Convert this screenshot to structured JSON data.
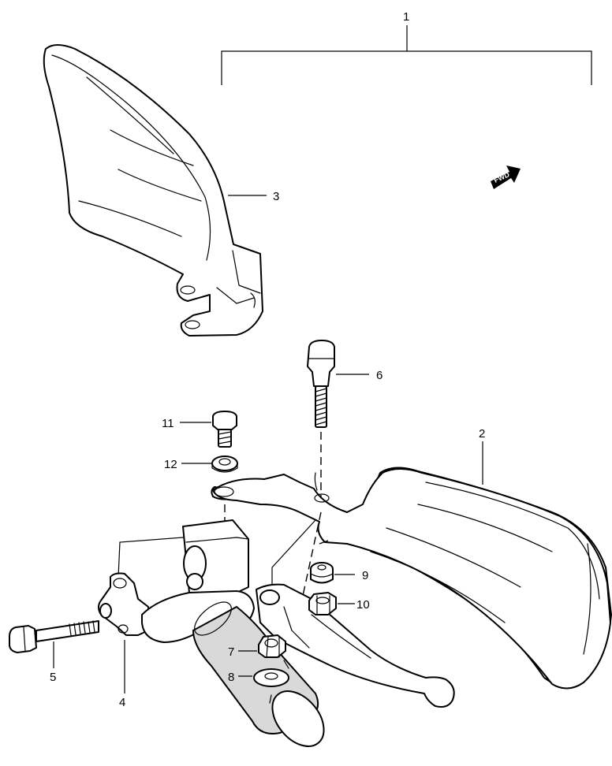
{
  "callouts": {
    "c1": "1",
    "c2": "2",
    "c3": "3",
    "c4": "4",
    "c5": "5",
    "c6": "6",
    "c7": "7",
    "c8": "8",
    "c9": "9",
    "c10": "10",
    "c11": "11",
    "c12": "12"
  },
  "direction_badge": "FWD",
  "colors": {
    "line": "#000000",
    "background": "#ffffff",
    "grip_shade": "#d9d9d9"
  }
}
